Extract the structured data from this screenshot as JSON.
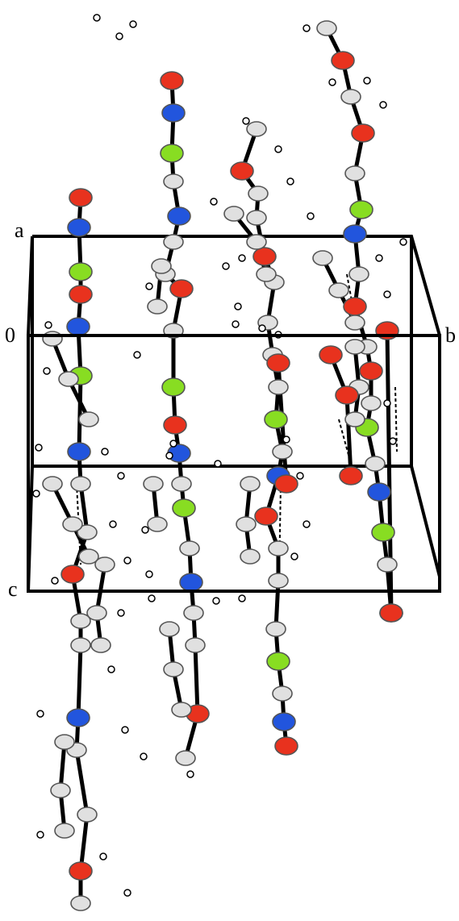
{
  "axis_labels": {
    "a": "a",
    "b": "b",
    "c": "c",
    "origin": "0"
  },
  "atom_colors": {
    "C": "#e0e0e0",
    "H": "#ffffff",
    "O": "#e8321e",
    "N": "#2255dd",
    "Cl": "#88dd22"
  },
  "bond_color": "#000000",
  "cell_edge_color": "#000000"
}
